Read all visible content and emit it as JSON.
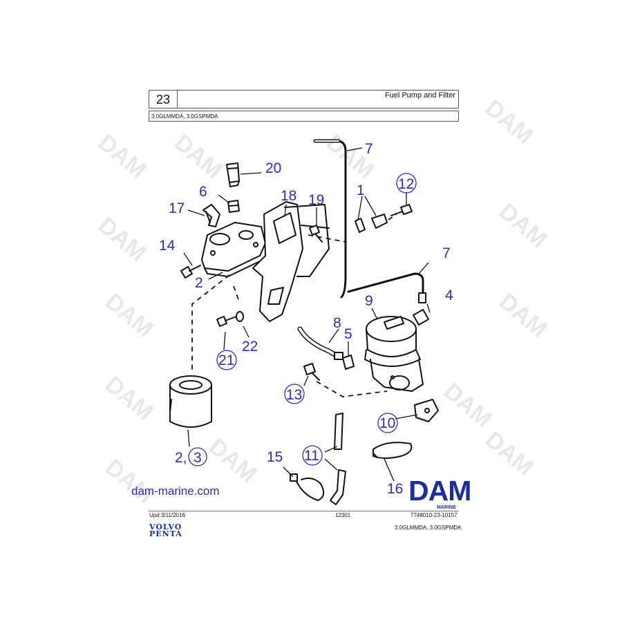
{
  "header": {
    "page_number": "23",
    "title": "Fuel Pump and Filter",
    "models": "3.0GLMMDA, 3.0GSPMDA"
  },
  "watermark": "DAM",
  "callouts": {
    "c1": "1",
    "c2a": "2",
    "c2b": "2,",
    "c3": "3",
    "c4": "4",
    "c5": "5",
    "c6": "6",
    "c7a": "7",
    "c7b": "7",
    "c8": "8",
    "c9": "9",
    "c10": "10",
    "c11": "11",
    "c12": "12",
    "c13": "13",
    "c14": "14",
    "c15": "15",
    "c16": "16",
    "c17": "17",
    "c18": "18",
    "c19": "19",
    "c20": "20",
    "c21": "21",
    "c22": "22"
  },
  "website": "dam-marine.com",
  "logo": {
    "text": "DAM",
    "sub": "MARINE"
  },
  "footer": {
    "updated": "Upd:3/11/2016",
    "code": "12301",
    "part": "7748010-23-10157",
    "models": "3.0GLMMDA, 3.0GSPMDA",
    "brand_line1": "VOLVO",
    "brand_line2": "PENTA"
  },
  "colors": {
    "callout": "#2c2cb3",
    "logo": "#1d2f9a",
    "drawing": "#111111"
  }
}
